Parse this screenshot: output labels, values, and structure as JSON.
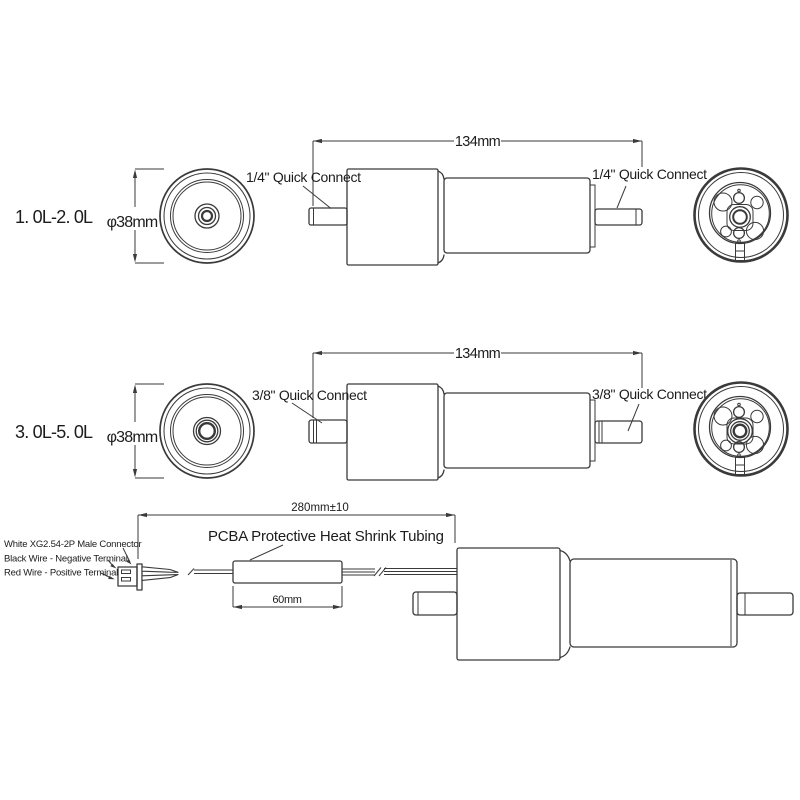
{
  "drawing": {
    "variant_a": {
      "capacity": "1. 0L-2. 0L",
      "diameter": "φ38mm",
      "length": "134mm",
      "inlet": "1/4\" Quick Connect",
      "outlet": "1/4\" Quick Connect"
    },
    "variant_b": {
      "capacity": "3. 0L-5. 0L",
      "diameter": "φ38mm",
      "length": "134mm",
      "inlet": "3/8\" Quick Connect",
      "outlet": "3/8\" Quick Connect"
    },
    "wiring": {
      "total_length": "280mm±10",
      "tubing_label": "PCBA Protective Heat Shrink Tubing",
      "tubing_length": "60mm",
      "connector_label": "White XG2.54-2P Male Connector",
      "negative_label": "Black Wire - Negative Terminal",
      "positive_label": "Red Wire - Positive Terminal"
    },
    "colors": {
      "line": "#3a3a3a",
      "text": "#1c1c1c",
      "background": "#ffffff"
    }
  }
}
